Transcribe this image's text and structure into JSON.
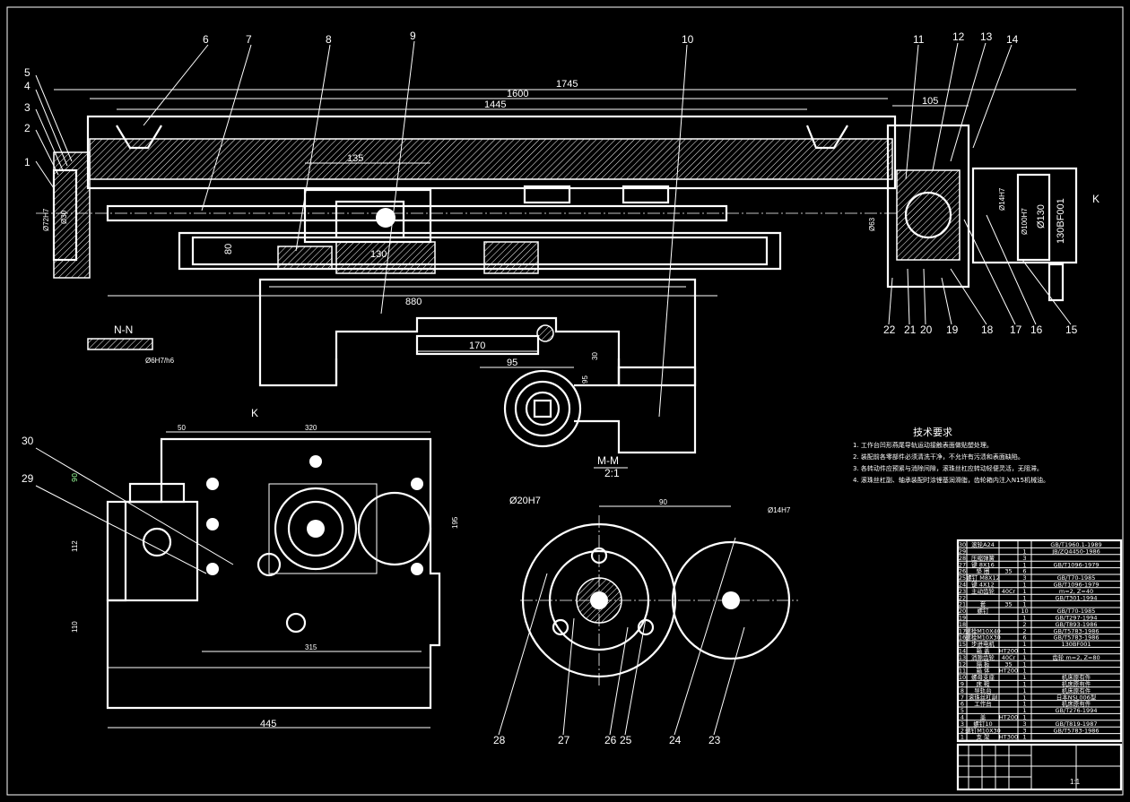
{
  "drawing": {
    "part_callouts": [
      "1",
      "2",
      "3",
      "4",
      "5",
      "6",
      "7",
      "8",
      "9",
      "10",
      "11",
      "12",
      "13",
      "14",
      "15",
      "16",
      "17",
      "18",
      "19",
      "20",
      "21",
      "22",
      "23",
      "24",
      "25",
      "26",
      "27",
      "28",
      "29",
      "30"
    ],
    "dimensions": {
      "d1745": "1745",
      "d1600": "1600",
      "d1445": "1445",
      "d105": "105",
      "d135": "135",
      "d80": "80",
      "d130": "130",
      "d880": "880",
      "d170": "170",
      "d95a": "95",
      "d30": "30",
      "d95b": "95",
      "phi72": "Ø72H7",
      "phi30": "Ø30",
      "phi130": "Ø130",
      "phi100": "Ø100H7",
      "phi14": "Ø14H7",
      "motor": "130BF001",
      "phi63": "Ø63",
      "phi6": "Ø6H7/h6",
      "d50": "50",
      "d320": "320",
      "d195": "195",
      "d112": "112",
      "d90": "90",
      "d110": "110",
      "d315": "315",
      "d445": "445",
      "phi20g": "Ø20H7",
      "d90g": "90",
      "phi14g": "Ø14H7"
    },
    "views": {
      "k_arrow": "K",
      "k_view": "K",
      "nn": "N-N",
      "mm": "M-M",
      "mm_scale": "2:1"
    }
  },
  "requirements": {
    "title": "技术要求",
    "items": [
      "1. 工作台凹形燕尾导轨运动接触表面做贴塑处理。",
      "2. 装配前各零部件必须清洗干净，不允许有污渍和表面缺陷。",
      "3. 各转动件应预紧与消除间隙，滚珠丝杠应转动轻便灵活，无阻滞。",
      "4. 滚珠丝杠副、轴承装配时涂锂基润滑脂，齿轮箱内注入N15机械油。"
    ]
  },
  "parts_list": [
    {
      "no": "30",
      "name": "滚轮A24",
      "mat": "",
      "qty": "",
      "std": "GB/T1960.1-1989"
    },
    {
      "no": "29",
      "name": "",
      "mat": "",
      "qty": "1",
      "std": "JB/ZQ4450-1986"
    },
    {
      "no": "28",
      "name": "压缩弹簧",
      "mat": "",
      "qty": "3",
      "std": ""
    },
    {
      "no": "27",
      "name": "键 8X16",
      "mat": "",
      "qty": "1",
      "std": "GB/T1096-1979"
    },
    {
      "no": "26",
      "name": "垫 圈",
      "mat": "35",
      "qty": "6",
      "std": ""
    },
    {
      "no": "25",
      "name": "螺钉 M8X12",
      "mat": "",
      "qty": "3",
      "std": "GB/T70-1985"
    },
    {
      "no": "24",
      "name": "键 4X12",
      "mat": "",
      "qty": "1",
      "std": "GB/T1096-1979"
    },
    {
      "no": "23",
      "name": "主动齿轮",
      "mat": "40Cr",
      "qty": "1",
      "std": "m=2, Z=40"
    },
    {
      "no": "22",
      "name": "",
      "mat": "",
      "qty": "1",
      "std": "GB/T301-1994"
    },
    {
      "no": "21",
      "name": "套",
      "mat": "35",
      "qty": "1",
      "std": ""
    },
    {
      "no": "20",
      "name": "螺钉",
      "mat": "",
      "qty": "10",
      "std": "GB/T70-1985"
    },
    {
      "no": "19",
      "name": "",
      "mat": "",
      "qty": "1",
      "std": "GB/T297-1994"
    },
    {
      "no": "18",
      "name": "",
      "mat": "",
      "qty": "2",
      "std": "GB/T893-1986"
    },
    {
      "no": "17",
      "name": "螺栓M10X40",
      "mat": "",
      "qty": "2",
      "std": "GB/T5783-1986"
    },
    {
      "no": "16",
      "name": "螺栓M10X30",
      "mat": "",
      "qty": "6",
      "std": "GB/T5783-1986"
    },
    {
      "no": "15",
      "name": "步进电机",
      "mat": "",
      "qty": "1",
      "std": "130BF001"
    },
    {
      "no": "14",
      "name": "箱 盖",
      "mat": "HT200",
      "qty": "1",
      "std": ""
    },
    {
      "no": "13",
      "name": "消隙齿轮",
      "mat": "40Cr",
      "qty": "1",
      "std": "齿轮 m=2, Z=80"
    },
    {
      "no": "12",
      "name": "隔 板",
      "mat": "35",
      "qty": "1",
      "std": ""
    },
    {
      "no": "11",
      "name": "箱 体",
      "mat": "HT200",
      "qty": "1",
      "std": ""
    },
    {
      "no": "10",
      "name": "螺母支座",
      "mat": "",
      "qty": "1",
      "std": "机床原有件"
    },
    {
      "no": "9",
      "name": "床 鞍",
      "mat": "",
      "qty": "1",
      "std": "机床原有件"
    },
    {
      "no": "8",
      "name": "导轨台",
      "mat": "",
      "qty": "1",
      "std": "机床原有件"
    },
    {
      "no": "7",
      "name": "滚珠丝杠副",
      "mat": "",
      "qty": "1",
      "std": "日本NSL006型"
    },
    {
      "no": "6",
      "name": "工作台",
      "mat": "",
      "qty": "1",
      "std": "机床原有件"
    },
    {
      "no": "5",
      "name": "",
      "mat": "",
      "qty": "1",
      "std": "GB/T276-1994"
    },
    {
      "no": "4",
      "name": "盖",
      "mat": "HT200",
      "qty": "1",
      "std": ""
    },
    {
      "no": "3",
      "name": "螺钉10",
      "mat": "",
      "qty": "3",
      "std": "GB/T819-1987"
    },
    {
      "no": "2",
      "name": "螺钉M10X30",
      "mat": "",
      "qty": "3",
      "std": "GB/T5783-1986"
    },
    {
      "no": "1",
      "name": "支 架",
      "mat": "HT300",
      "qty": "1",
      "std": ""
    }
  ],
  "title_block": {
    "scale": "1:1"
  }
}
